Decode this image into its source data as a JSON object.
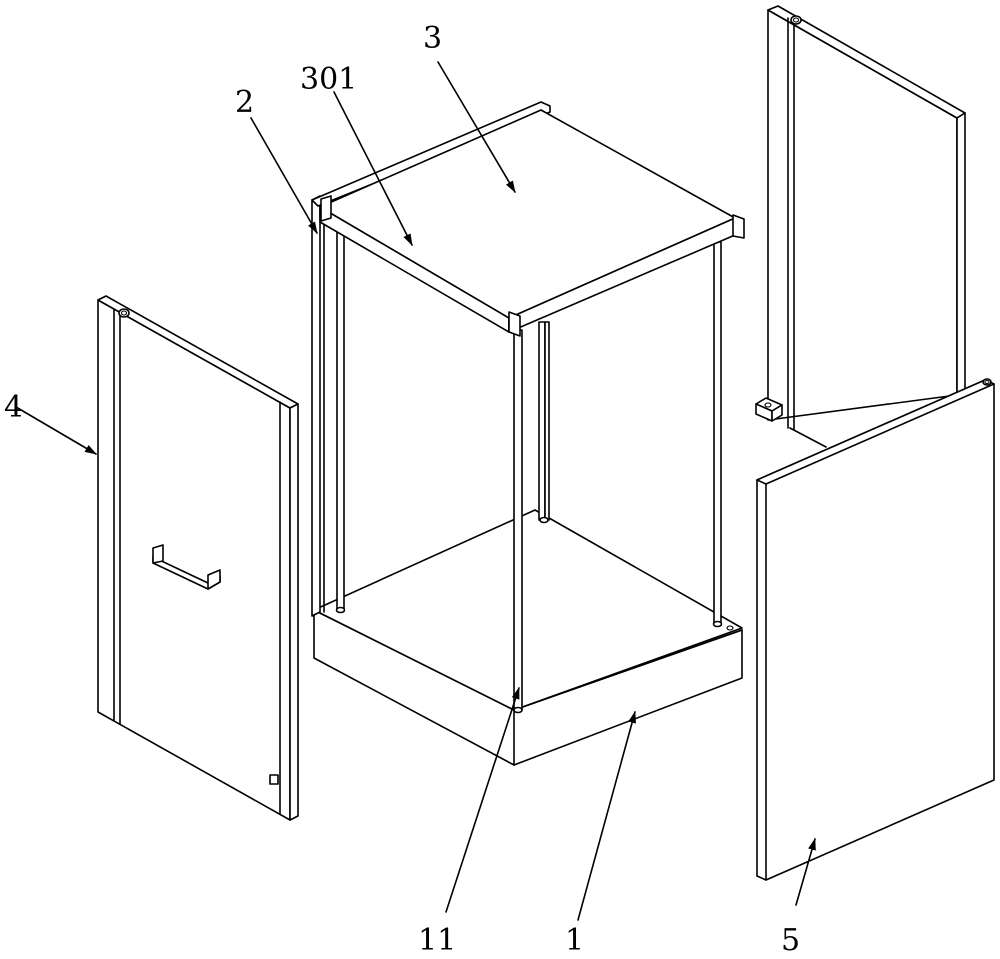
{
  "labels": {
    "l3": "3",
    "l301": "301",
    "l2": "2",
    "l4": "4",
    "l11": "11",
    "l1": "1",
    "l5": "5"
  }
}
